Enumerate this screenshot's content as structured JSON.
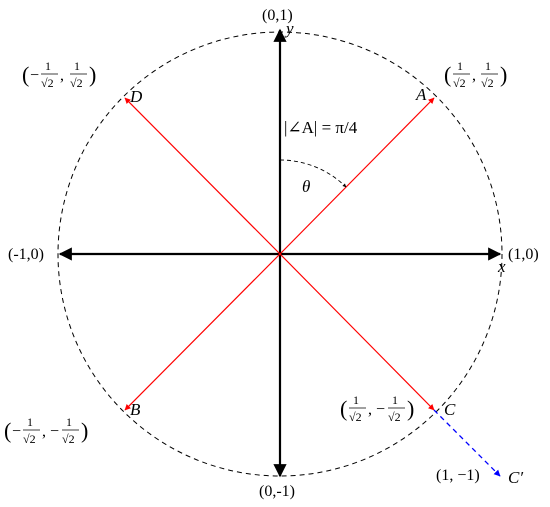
{
  "axes": {
    "x_label": "x",
    "y_label": "y",
    "top_label": "(0,1)",
    "bottom_label": "(0,-1)",
    "left_label": "(-1,0)",
    "right_label": "(1,0)"
  },
  "points": {
    "A": {
      "name": "A",
      "x_num": "1",
      "x_den": "√2",
      "y_sign": "",
      "y_num": "1",
      "y_den": "√2",
      "x_sign": ""
    },
    "B": {
      "name": "B",
      "x_sign": "−",
      "x_num": "1",
      "x_den": "√2",
      "y_sign": "−",
      "y_num": "1",
      "y_den": "√2"
    },
    "C": {
      "name": "C",
      "x_sign": "",
      "x_num": "1",
      "x_den": "√2",
      "y_sign": "−",
      "y_num": "1",
      "y_den": "√2"
    },
    "D": {
      "name": "D",
      "x_sign": "−",
      "x_num": "1",
      "x_den": "√2",
      "y_sign": "",
      "y_num": "1",
      "y_den": "√2"
    },
    "C_prime": {
      "name": "C′",
      "coords": "(1, −1)"
    }
  },
  "annotations": {
    "angle_label": "|∠A| = π/4",
    "theta_label": "θ"
  },
  "colors": {
    "axes": "#000000",
    "vectors": "#ff0000",
    "projection": "#0000ff",
    "circle": "#000000"
  }
}
